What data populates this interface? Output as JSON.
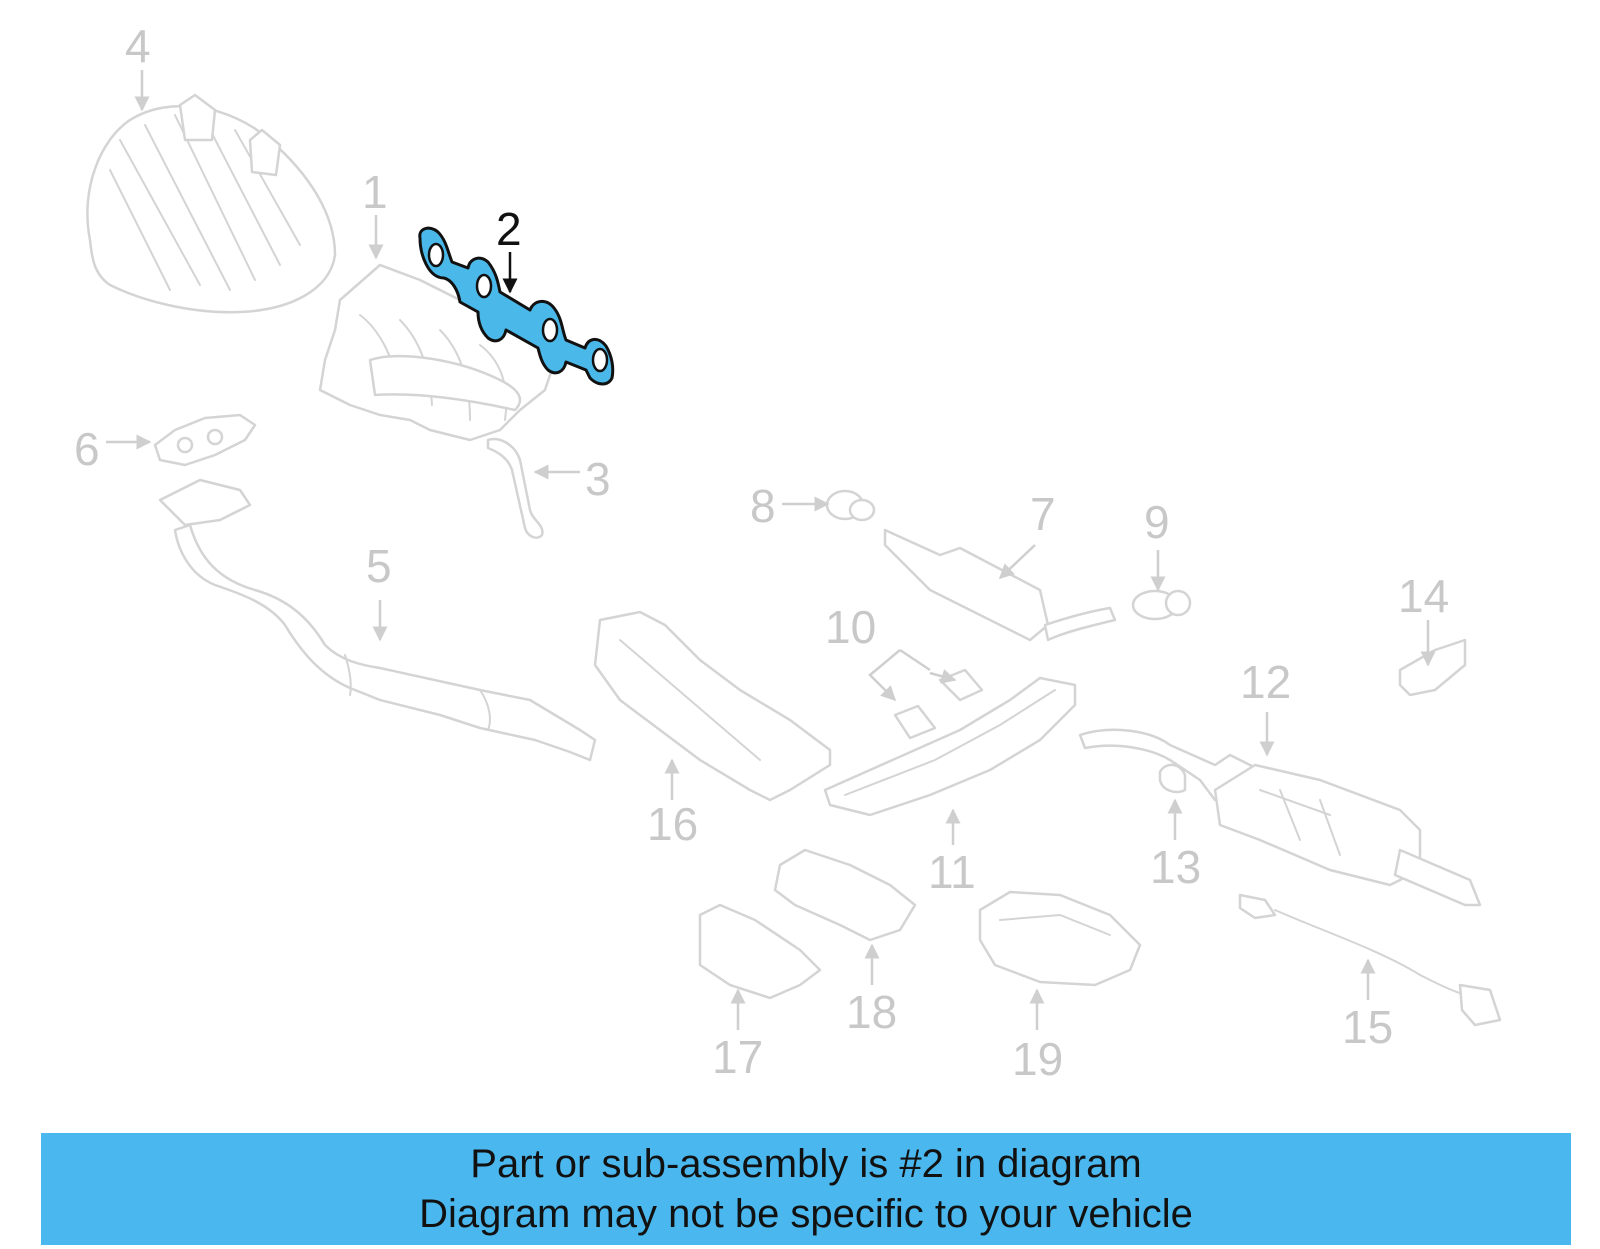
{
  "highlight": {
    "part_number": "2",
    "color": "#4ab8e8"
  },
  "callouts": [
    {
      "n": "1"
    },
    {
      "n": "2"
    },
    {
      "n": "3"
    },
    {
      "n": "4"
    },
    {
      "n": "5"
    },
    {
      "n": "6"
    },
    {
      "n": "7"
    },
    {
      "n": "8"
    },
    {
      "n": "9"
    },
    {
      "n": "10"
    },
    {
      "n": "11"
    },
    {
      "n": "12"
    },
    {
      "n": "13"
    },
    {
      "n": "14"
    },
    {
      "n": "15"
    },
    {
      "n": "16"
    },
    {
      "n": "17"
    },
    {
      "n": "18"
    },
    {
      "n": "19"
    }
  ],
  "banner": {
    "line1": "Part or sub-assembly is #2 in diagram",
    "line2": "Diagram may not be specific to your vehicle",
    "color": "#4ab8ee"
  }
}
